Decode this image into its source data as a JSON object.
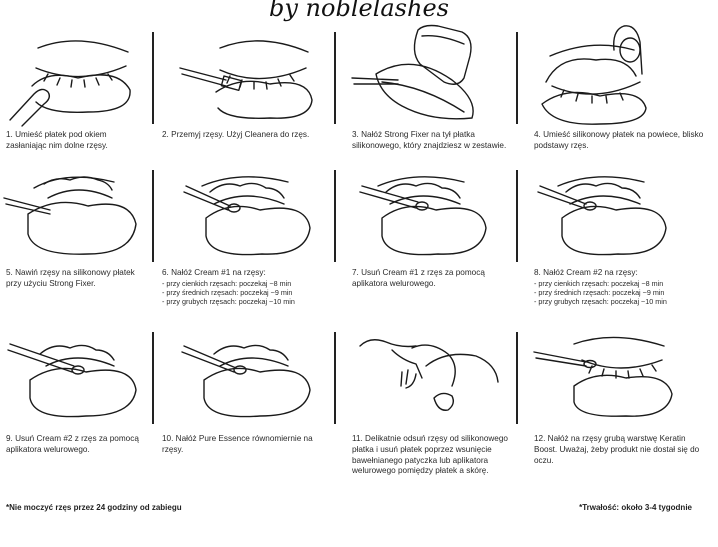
{
  "brand": "by noblelashes",
  "steps": [
    {
      "text": "1. Umieść płatek pod okiem zasłaniając nim dolne rzęsy."
    },
    {
      "text": "2. Przemyj rzęsy. Użyj Cleanera do rzęs."
    },
    {
      "text": "3. Nałóż Strong Fixer na tył płatka silikonowego, który znajdziesz w zestawie."
    },
    {
      "text": "4. Umieść silikonowy płatek na powiece, blisko podstawy rzęs."
    },
    {
      "text": "5. Nawiń rzęsy na silikonowy płatek przy użyciu Strong Fixer."
    },
    {
      "text": "6. Nałóż Cream #1 na rzęsy:",
      "sub": [
        "- przy cienkich rzęsach: poczekaj ~8 min",
        "- przy średnich rzęsach: poczekaj ~9 min",
        "- przy grubych rzęsach: poczekaj ~10 min"
      ]
    },
    {
      "text": "7. Usuń Cream #1 z rzęs za pomocą aplikatora welurowego."
    },
    {
      "text": "8. Nałóż Cream #2 na rzęsy:",
      "sub": [
        "- przy cienkich rzęsach: poczekaj ~8 min",
        "- przy średnich rzęsach: poczekaj ~9 min",
        "- przy grubych rzęsach: poczekaj ~10 min"
      ]
    },
    {
      "text": "9. Usuń Cream #2 z rzęs za pomocą aplikatora welurowego."
    },
    {
      "text": "10. Nałóż Pure Essence równomiernie na rzęsy."
    },
    {
      "text": "11. Delikatnie odsuń rzęsy od silikonowego płatka i usuń płatek poprzez wsunięcie bawełnianego patyczka lub aplikatora welurowego pomiędzy płatek a skórę."
    },
    {
      "text": "12. Nałóż na rzęsy grubą warstwę Keratin Boost. Uważaj, żeby produkt nie dostał się do oczu."
    }
  ],
  "footnotes": {
    "left": "*Nie moczyć rzęs przez 24 godziny od zabiegu",
    "right": "*Trwałość: około 3-4 tygodnie"
  }
}
